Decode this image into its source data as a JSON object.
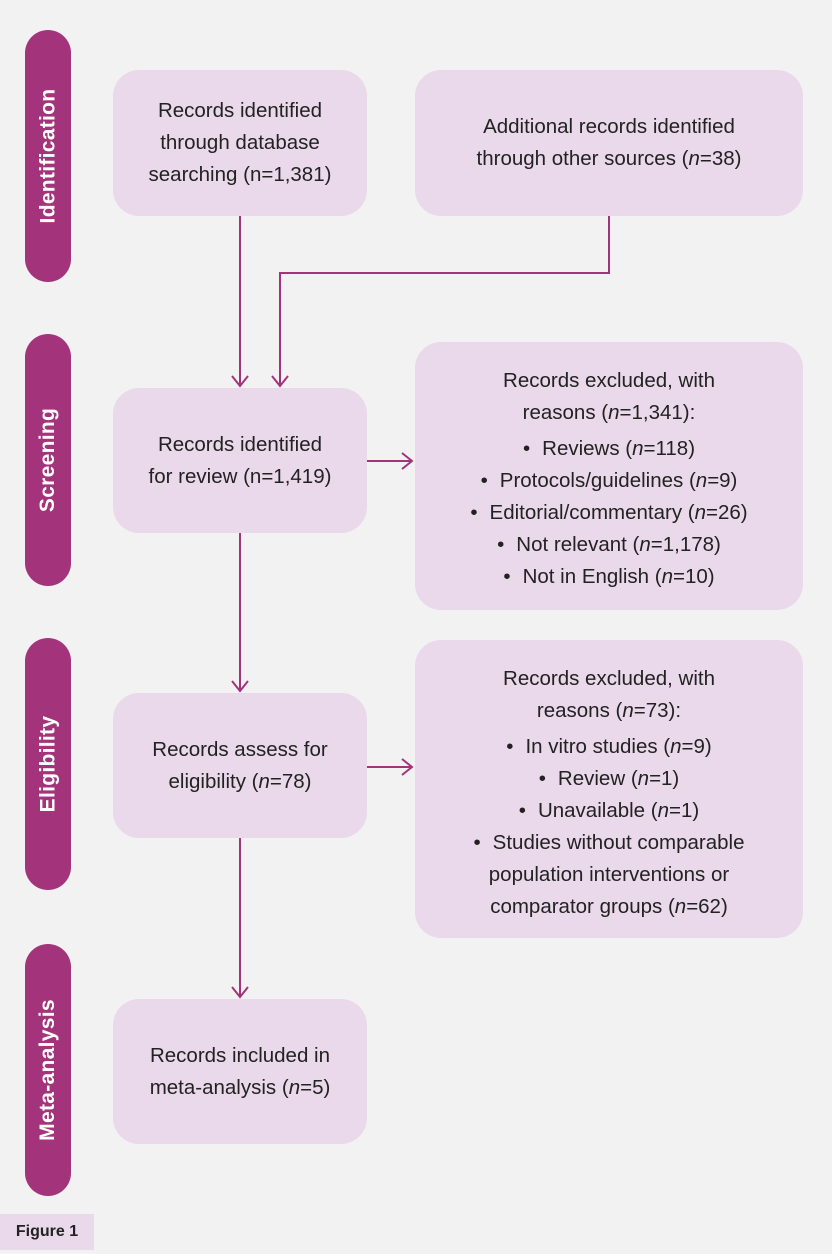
{
  "stages": {
    "identification": "Identification",
    "screening": "Screening",
    "eligibility": "Eligibility",
    "meta_analysis": "Meta-analysis"
  },
  "boxes": {
    "db_search": {
      "l1": "Records identified",
      "l2": "through database",
      "l3": "searching (n=1,381)"
    },
    "other_sources": {
      "l1": "Additional records identified",
      "l2_pre": "through other sources (",
      "l2_n": "n",
      "l2_post": "=38)"
    },
    "review": {
      "l1": "Records identified",
      "l2": "for review (n=1,419)"
    },
    "excluded_screening": {
      "l1": "Records excluded, with",
      "l2_pre": "reasons (",
      "l2_n": "n",
      "l2_post": "=1,341):",
      "items": [
        {
          "pre": "Reviews (",
          "n": "n",
          "post": "=118)"
        },
        {
          "pre": "Protocols/guidelines (",
          "n": "n",
          "post": "=9)"
        },
        {
          "pre": "Editorial/commentary (",
          "n": "n",
          "post": "=26)"
        },
        {
          "pre": "Not relevant (",
          "n": "n",
          "post": "=1,178)"
        },
        {
          "pre": "Not in English (",
          "n": "n",
          "post": "=10)"
        }
      ]
    },
    "eligibility": {
      "l1": "Records assess for",
      "l2_pre": "eligibility (",
      "l2_n": "n",
      "l2_post": "=78)"
    },
    "excluded_eligibility": {
      "l1": "Records excluded, with",
      "l2_pre": "reasons (",
      "l2_n": "n",
      "l2_post": "=73):",
      "items": [
        {
          "pre": "In vitro studies (",
          "n": "n",
          "post": "=9)"
        },
        {
          "pre": "Review (",
          "n": "n",
          "post": "=1)"
        },
        {
          "pre": "Unavailable (",
          "n": "n",
          "post": "=1)"
        }
      ],
      "last_item": {
        "l1": "Studies without comparable",
        "l2": "population interventions or",
        "l3_pre": "comparator groups (",
        "l3_n": "n",
        "l3_post": "=62)"
      }
    },
    "included": {
      "l1": "Records included in",
      "l2_pre": "meta-analysis (",
      "l2_n": "n",
      "l2_post": "=5)"
    }
  },
  "figure_label": "Figure 1",
  "colors": {
    "stage": "#a3337a",
    "box": "#ead9ea",
    "arrow": "#a3337a",
    "background": "#f2f2f2"
  }
}
